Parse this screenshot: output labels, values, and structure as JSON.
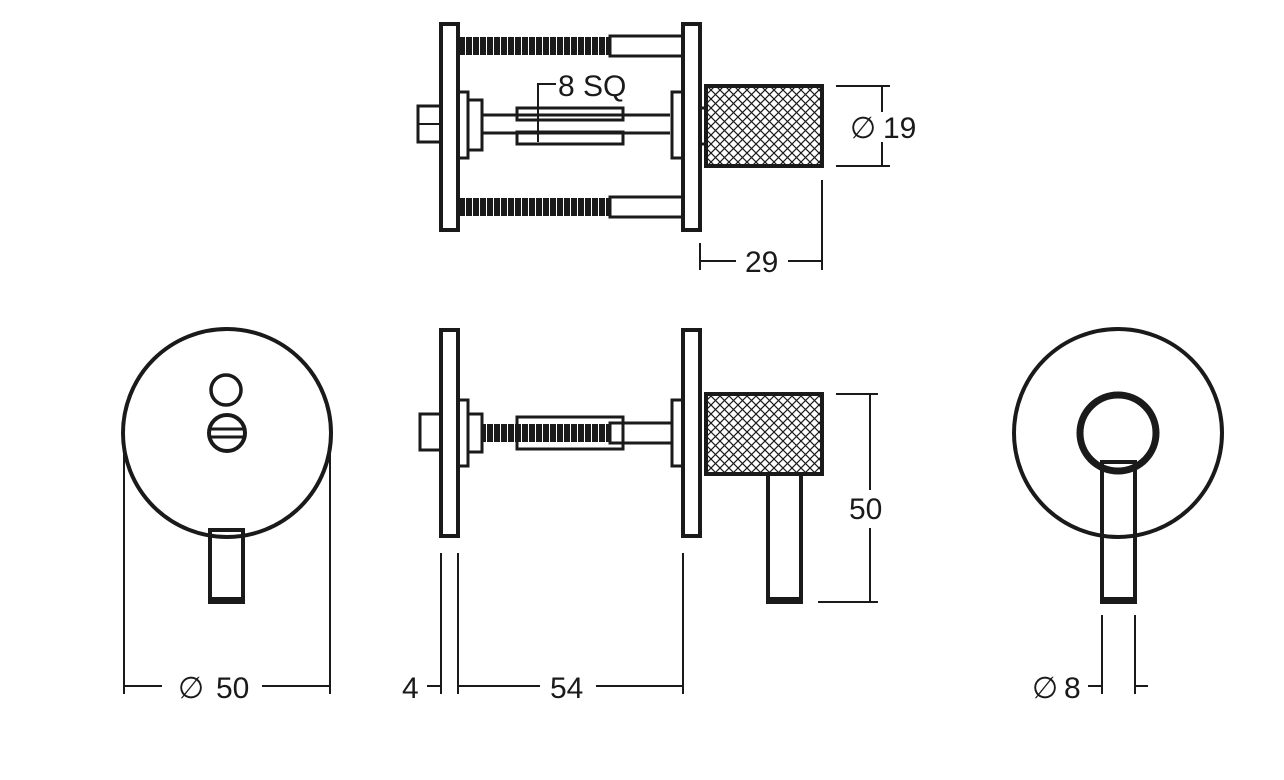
{
  "drawing": {
    "labels": {
      "square_spindle": "8 SQ",
      "knob_diameter": "19",
      "knob_length": "29",
      "rose_diameter": "50",
      "plate_thickness": "4",
      "door_span": "54",
      "lever_length": "50",
      "lever_diameter": "8"
    },
    "diameter_symbol": "∅"
  }
}
